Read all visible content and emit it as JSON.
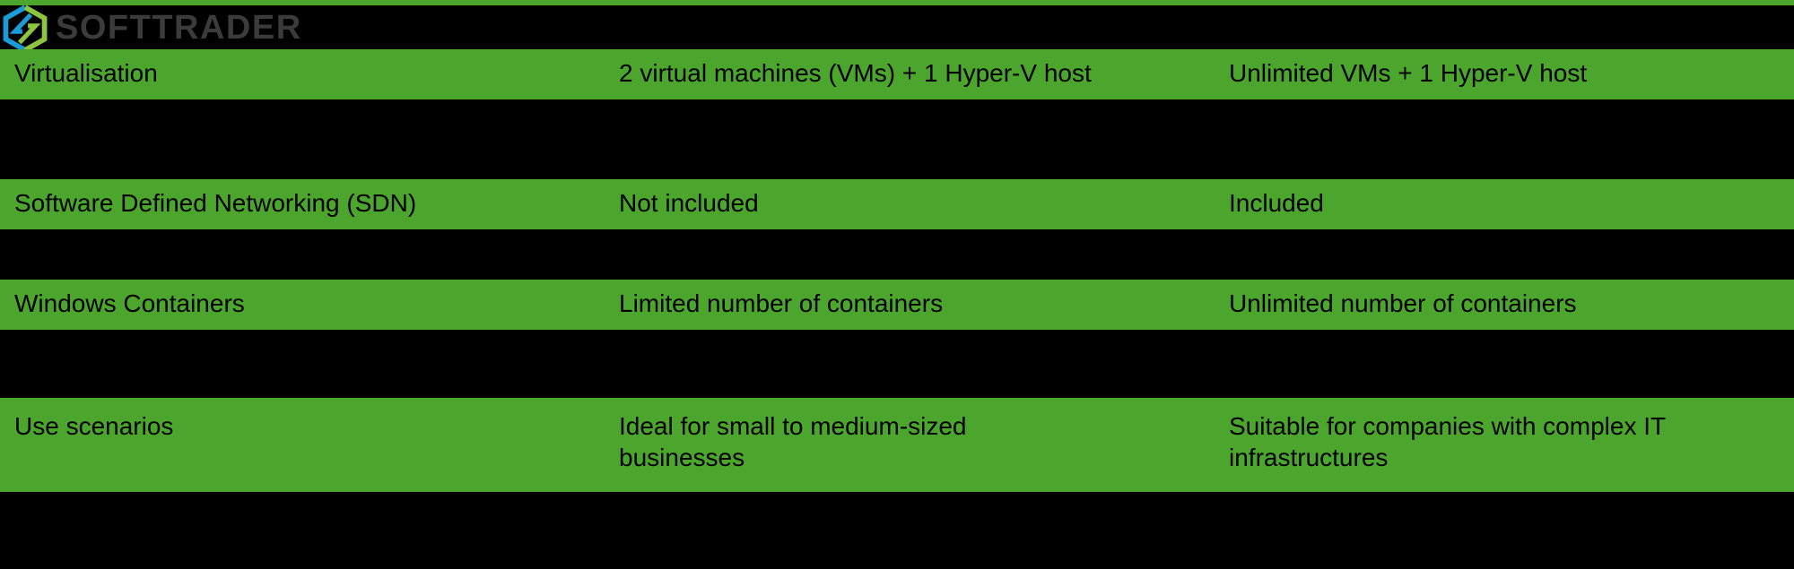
{
  "brand": {
    "name": "SOFTTRADER",
    "logo_icon": "hexagon-lightning-bolt-logo",
    "logo_colors": {
      "blue": "#1B9BD7",
      "green": "#8CC63E",
      "wordmark": "#3b3b3b"
    }
  },
  "theme": {
    "background": "#000000",
    "row_background": "#4CA62E",
    "row_text": "#000000",
    "accent_strip": "#4CA62E"
  },
  "comparison": {
    "rows": [
      {
        "feature": "Virtualisation",
        "standard": "2 virtual machines (VMs) + 1 Hyper-V host",
        "datacenter": "Unlimited VMs + 1 Hyper-V host",
        "lines": 1
      },
      {
        "feature": "Software Defined Networking (SDN)",
        "standard": "Not included",
        "datacenter": "Included",
        "lines": 1
      },
      {
        "feature": "Windows Containers",
        "standard": "Limited number of containers",
        "datacenter": "Unlimited number of containers",
        "lines": 1
      },
      {
        "feature": "Use scenarios",
        "standard": "Ideal for small to medium-sized\nbusinesses",
        "datacenter": "Suitable for companies with complex IT\ninfrastructures",
        "lines": 2
      }
    ]
  }
}
